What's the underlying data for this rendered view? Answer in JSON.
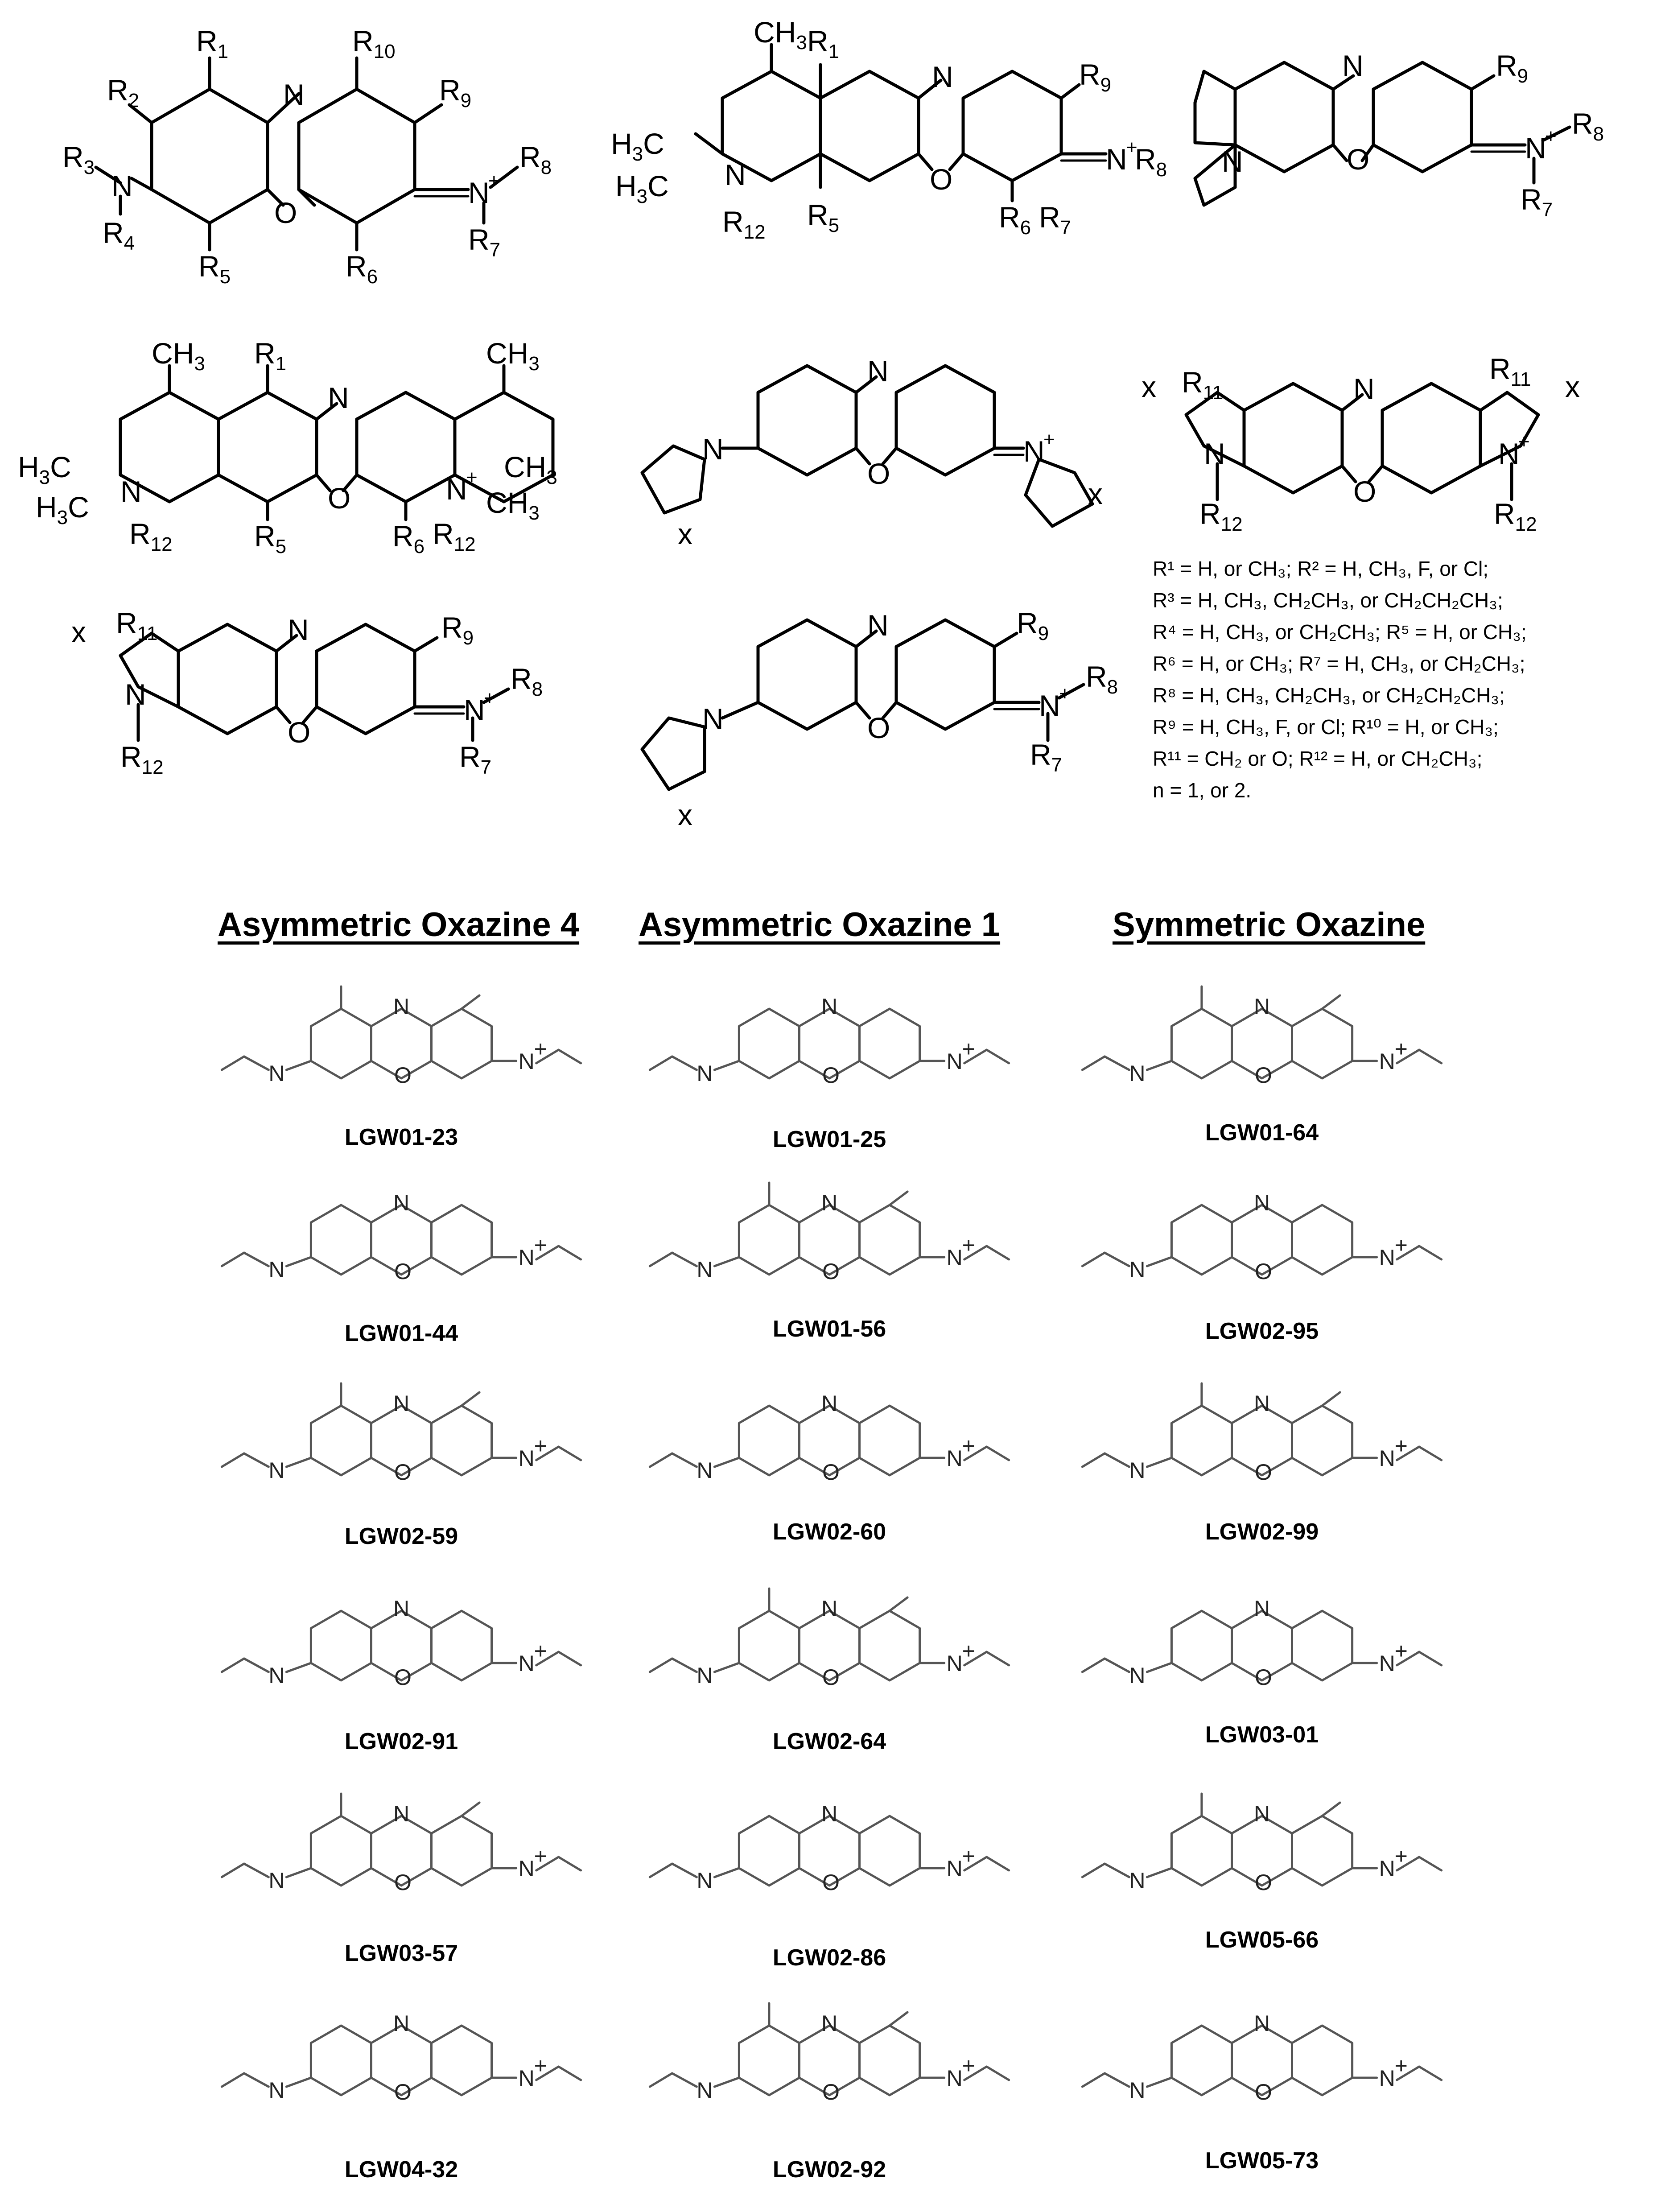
{
  "legend": {
    "lines": [
      "R¹ = H, or CH₃; R² = H, CH₃, F, or Cl;",
      "R³ = H, CH₃, CH₂CH₃, or CH₂CH₂CH₃;",
      "R⁴ = H, CH₃, or CH₂CH₃; R⁵ = H, or CH₃;",
      "R⁶ = H, or CH₃; R⁷ = H, CH₃, or CH₂CH₃;",
      "R⁸ = H, CH₃, CH₂CH₃, or CH₂CH₂CH₃;",
      "R⁹ = H, CH₃, F, or Cl; R¹⁰ = H, or CH₃;",
      "R¹¹ = CH₂ or O; R¹² = H, or CH₂CH₃;",
      "n = 1, or 2."
    ]
  },
  "atoms": {
    "N": "N",
    "O": "O",
    "H": "H",
    "Nplus": "N",
    "plus": "+",
    "x": "x",
    "CH": "CH",
    "three": "3",
    "HC": "H",
    "C": "C",
    "R1": "R",
    "R2": "R",
    "R3": "R",
    "R4": "R",
    "R5": "R",
    "R6": "R",
    "R7": "R",
    "R8": "R",
    "R9": "R",
    "R10": "R",
    "R11": "R",
    "R12": "R",
    "n1": "1",
    "n2": "2",
    "n3": "3",
    "n4": "4",
    "n5": "5",
    "n6": "6",
    "n7": "7",
    "n8": "8",
    "n9": "9",
    "n10": "10",
    "n11": "11",
    "n12": "12"
  },
  "sections": [
    {
      "title": "Asymmetric Oxazine 4",
      "compounds": [
        "LGW01-23",
        "LGW01-44",
        "LGW02-59",
        "LGW02-91",
        "LGW03-57",
        "LGW04-32"
      ]
    },
    {
      "title": "Asymmetric Oxazine 1",
      "compounds": [
        "LGW01-25",
        "LGW01-56",
        "LGW02-60",
        "LGW02-64",
        "LGW02-86",
        "LGW02-92"
      ]
    },
    {
      "title": "Symmetric Oxazine",
      "compounds": [
        "LGW01-64",
        "LGW02-95",
        "LGW02-99",
        "LGW03-01",
        "LGW05-66",
        "LGW05-73"
      ]
    }
  ]
}
